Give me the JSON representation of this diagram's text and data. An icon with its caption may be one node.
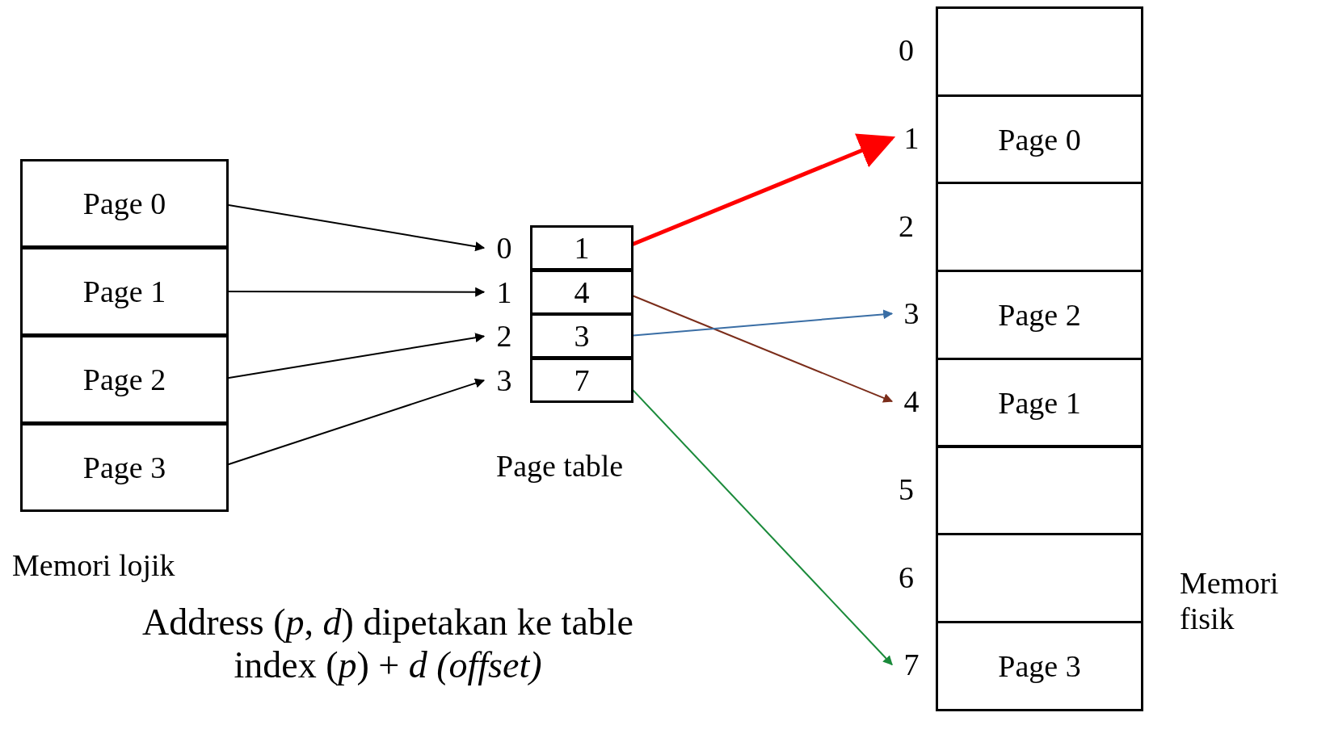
{
  "diagram": {
    "caption": "Address (*p*, *d*) dipetakan ke table index (*p*) + *d (offset)*",
    "nodes": [
      {
        "text": [
          "Page 0"
        ]
      },
      {
        "text": [
          "Page 1"
        ]
      },
      {
        "text": [
          "Page 2"
        ]
      },
      {
        "text": [
          "Page 3"
        ]
      },
      {
        "text": [
          "0"
        ]
      },
      {
        "text": [
          "1"
        ]
      },
      {
        "text": [
          "2"
        ]
      },
      {
        "text": [
          "3"
        ]
      },
      {
        "text": [
          "1"
        ]
      },
      {
        "text": [
          "4"
        ]
      },
      {
        "text": [
          "3"
        ]
      },
      {
        "text": [
          "7"
        ]
      },
      {
        "text": [
          "1"
        ]
      },
      {
        "text": [
          "3"
        ]
      },
      {
        "text": [
          "4"
        ]
      },
      {
        "text": [
          "7"
        ]
      },
      {
        "text": [],
        "shape": "box"
      },
      {
        "text": [
          "Page 0"
        ]
      },
      {
        "text": [],
        "shape": "box"
      },
      {
        "text": [
          "Page 2"
        ]
      },
      {
        "text": [
          "Page 1"
        ]
      },
      {
        "text": [],
        "shape": "box"
      },
      {
        "text": [],
        "shape": "box"
      },
      {
        "text": [
          "Page 3"
        ]
      }
    ],
    "edges": [
      {
        "from": 0,
        "to": 4,
        "arrow": "to"
      },
      {
        "from": 1,
        "to": 5,
        "arrow": "to"
      },
      {
        "from": 2,
        "to": 6,
        "arrow": "to"
      },
      {
        "from": 3,
        "to": 7,
        "arrow": "to"
      },
      {
        "from": 8,
        "to": 12,
        "arrow": "to",
        "style": "thick",
        "color": "#ff0000"
      },
      {
        "from": 9,
        "to": 14,
        "arrow": "to",
        "color": "#7b2d1a"
      },
      {
        "from": 10,
        "to": 13,
        "arrow": "to",
        "color": "#3a6ea5"
      },
      {
        "from": 11,
        "to": 15,
        "arrow": "to",
        "color": "#1a8a3a"
      }
    ],
    "labels": [
      "0",
      "2",
      "Page table",
      "5",
      "Memori lojik",
      "6",
      "Memori fisik"
    ]
  }
}
